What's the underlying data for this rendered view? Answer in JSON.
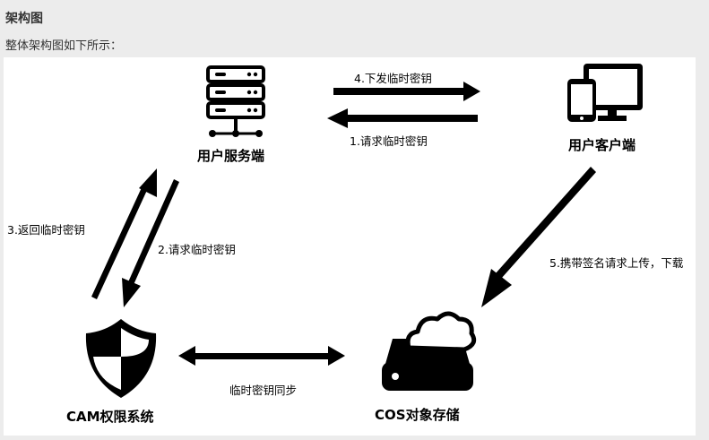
{
  "page": {
    "heading": "架构图",
    "intro": "整体架构图如下所示："
  },
  "nodes": {
    "server": {
      "label": "用户服务端",
      "icon": "server-icon"
    },
    "client": {
      "label": "用户客户端",
      "icon": "devices-icon"
    },
    "cam": {
      "label": "CAM权限系统",
      "icon": "shield-icon"
    },
    "cos": {
      "label": "COS对象存储",
      "icon": "cloud-storage-icon"
    }
  },
  "edges": {
    "issue_key": "4.下发临时密钥",
    "request_key_client": "1.请求临时密钥",
    "return_key": "3.返回临时密钥",
    "request_key_server": "2.请求临时密钥",
    "signed_request": "5.携带签名请求上传，下载",
    "sync_key": "临时密钥同步"
  },
  "colors": {
    "ink": "#000000",
    "background": "#ececec",
    "panel": "#ffffff"
  }
}
